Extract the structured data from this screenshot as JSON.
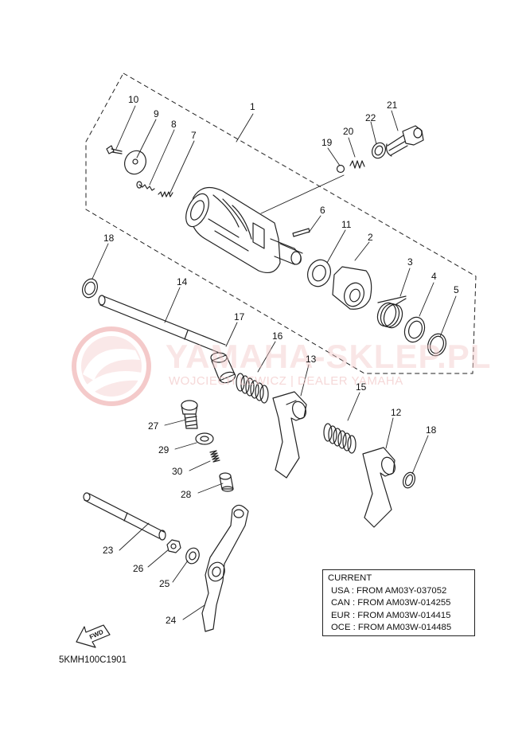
{
  "watermark": {
    "line1": "YAMAHA-SKLEP.PL",
    "line2": "WOJCIECH LEWICZ | DEALER YAMAHA",
    "color": "#e98b8b"
  },
  "callouts": [
    {
      "id": "c1",
      "label": "1"
    },
    {
      "id": "c2",
      "label": "2"
    },
    {
      "id": "c3",
      "label": "3"
    },
    {
      "id": "c4",
      "label": "4"
    },
    {
      "id": "c5",
      "label": "5"
    },
    {
      "id": "c6",
      "label": "6"
    },
    {
      "id": "c7",
      "label": "7"
    },
    {
      "id": "c8",
      "label": "8"
    },
    {
      "id": "c9",
      "label": "9"
    },
    {
      "id": "c10",
      "label": "10"
    },
    {
      "id": "c11",
      "label": "11"
    },
    {
      "id": "c12",
      "label": "12"
    },
    {
      "id": "c13",
      "label": "13"
    },
    {
      "id": "c14",
      "label": "14"
    },
    {
      "id": "c15",
      "label": "15"
    },
    {
      "id": "c16",
      "label": "16"
    },
    {
      "id": "c17",
      "label": "17"
    },
    {
      "id": "c18a",
      "label": "18"
    },
    {
      "id": "c18b",
      "label": "18"
    },
    {
      "id": "c19",
      "label": "19"
    },
    {
      "id": "c20",
      "label": "20"
    },
    {
      "id": "c21",
      "label": "21"
    },
    {
      "id": "c22",
      "label": "22"
    },
    {
      "id": "c23",
      "label": "23"
    },
    {
      "id": "c24",
      "label": "24"
    },
    {
      "id": "c25",
      "label": "25"
    },
    {
      "id": "c26",
      "label": "26"
    },
    {
      "id": "c27",
      "label": "27"
    },
    {
      "id": "c28",
      "label": "28"
    },
    {
      "id": "c29",
      "label": "29"
    },
    {
      "id": "c30",
      "label": "30"
    }
  ],
  "current_box": {
    "title": "CURRENT",
    "rows": [
      "USA : FROM AM03Y-037052",
      "CAN : FROM AM03W-014255",
      "EUR : FROM AM03W-014415",
      "OCE : FROM AM03W-014485"
    ]
  },
  "fwd_label": "FWD",
  "diagram_code": "5KMH100C1901"
}
